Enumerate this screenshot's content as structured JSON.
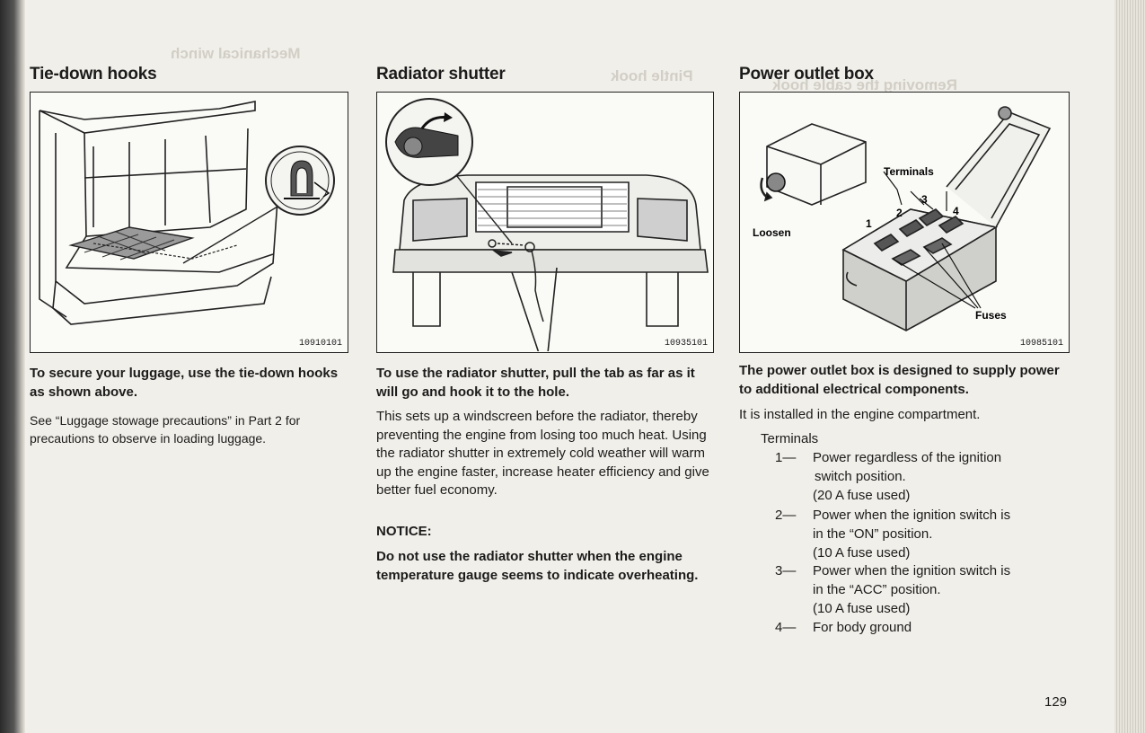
{
  "page_number": "129",
  "columns": [
    {
      "heading": "Tie-down hooks",
      "figure_code": "10910101",
      "paragraphs": [
        "To secure your luggage, use the tie-down hooks as shown above.",
        "See “Luggage stowage precautions” in Part 2 for precautions to observe in loading luggage."
      ]
    },
    {
      "heading": "Radiator shutter",
      "figure_code": "10935101",
      "intro_bold": "To use the radiator shutter, pull the tab as far as it will go and hook it to the hole.",
      "body": "This sets up a windscreen before the radiator, thereby preventing the engine from losing too much heat. Using the radiator shutter in extremely cold weather will warm up the engine faster, increase heater efficiency and give better fuel economy.",
      "notice_label": "NOTICE:",
      "notice_text": "Do not use the radiator shutter when the engine temperature gauge seems to indicate overheating."
    },
    {
      "heading": "Power outlet box",
      "figure_code": "10985101",
      "figure_labels": {
        "terminals": "Terminals",
        "loosen": "Loosen",
        "fuses": "Fuses",
        "t1": "1",
        "t2": "2",
        "t3": "3",
        "t4": "4"
      },
      "intro_bold": "The power outlet box is designed to supply power to additional electrical components.",
      "location": "It is installed in the engine compartment.",
      "terminals_heading": "Terminals",
      "terminals": [
        {
          "num": "1—",
          "lines": [
            "Power regardless of the ignition",
            "switch position.",
            "(20 A fuse used)"
          ]
        },
        {
          "num": "2—",
          "lines": [
            "Power when the ignition switch is",
            "in the “ON” position.",
            "(10 A fuse used)"
          ]
        },
        {
          "num": "3—",
          "lines": [
            "Power when the ignition switch is",
            "in the “ACC” position.",
            "(10 A fuse used)"
          ]
        },
        {
          "num": "4—",
          "lines": [
            "For body ground"
          ]
        }
      ]
    }
  ]
}
